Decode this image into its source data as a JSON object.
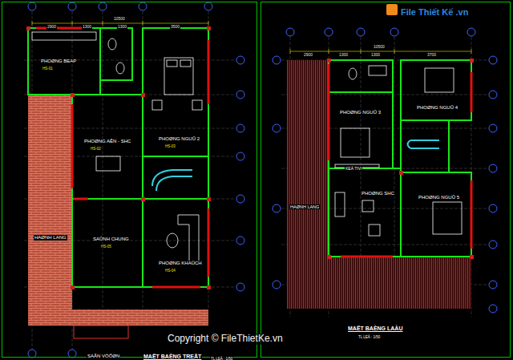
{
  "diagram": {
    "nodes": [
      {
        "text": [
          "MAËT BAÈNG TREÄT",
          "TL LEÄ : 1/50"
        ]
      },
      {
        "text": [
          "MAËT BAÈNG LAÀU",
          "TL LEÄ : 1/50"
        ]
      }
    ],
    "labels": [
      "File Thiết Kế .vn",
      "10500",
      "2900",
      "1300",
      "1300",
      "3500",
      "PHOØNG BEAP",
      "PHOØNG AÊN - SHC",
      "PHOØNG NGUÛ 2",
      "HAØNH LANG",
      "SAÛNH CHUNG",
      "PHOØNG KHAÙCH",
      "SAÂN VÖÔØN",
      "10500",
      "2900",
      "1300",
      "1300",
      "3700",
      "PHOØNG NGUÛ 3",
      "PHOØNG NGUÛ 4",
      "KEÄ TIVI",
      "HAØNH LANG",
      "PHOØNG SHC",
      "PHOØNG NGUÛ 5",
      "Copyright © FileThietKe.vn",
      "HS-01",
      "HS-02",
      "HS-03",
      "HS-04",
      "HS-05"
    ]
  }
}
